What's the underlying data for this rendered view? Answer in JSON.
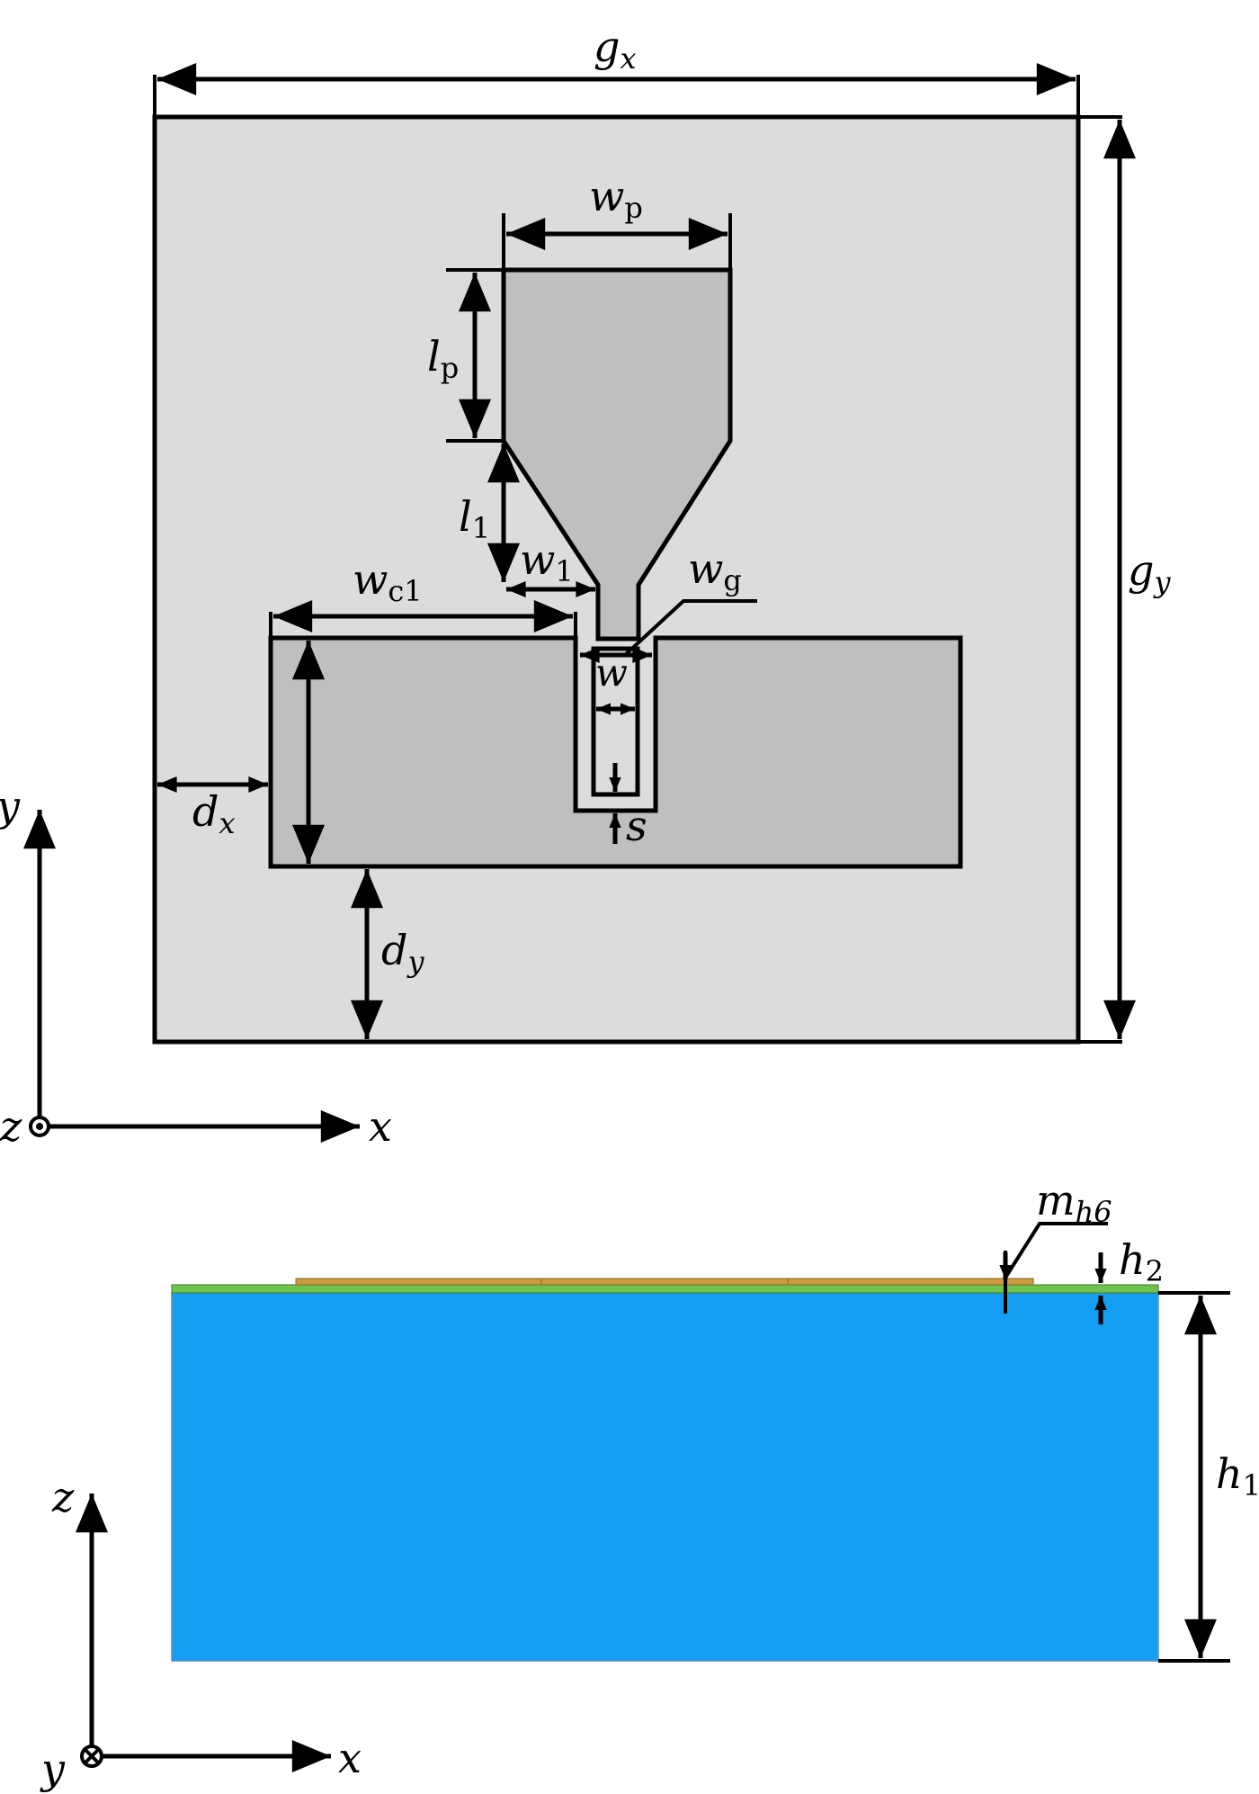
{
  "labels": {
    "gx": {
      "main": "g",
      "sub": "x"
    },
    "gy": {
      "main": "g",
      "sub": "y"
    },
    "wp": {
      "main": "w",
      "sub": "p"
    },
    "lp": {
      "main": "l",
      "sub": "p"
    },
    "l1": {
      "main": "l",
      "sub": "1"
    },
    "w1": {
      "main": "w",
      "sub": "1"
    },
    "wg": {
      "main": "w",
      "sub": "g"
    },
    "wc1": {
      "main": "w",
      "sub": "c1"
    },
    "w": {
      "main": "w"
    },
    "s": {
      "main": "s"
    },
    "dx": {
      "main": "d",
      "sub": "x"
    },
    "dy": {
      "main": "d",
      "sub": "y"
    },
    "mh6": {
      "main": "m",
      "sub": "h6"
    },
    "h2": {
      "main": "h",
      "sub": "2"
    },
    "h1": {
      "main": "h",
      "sub": "1"
    }
  },
  "axes_top": {
    "y": "y",
    "x": "x",
    "z": "z"
  },
  "axes_bottom": {
    "z": "z",
    "x": "x",
    "y": "y"
  },
  "colors": {
    "ground": "#dcdcdc",
    "patch": "#bfbfbf",
    "substrate": "#149ff5",
    "thin_layer": "#6fc24c",
    "metal_layer": "#cf9a3f"
  }
}
